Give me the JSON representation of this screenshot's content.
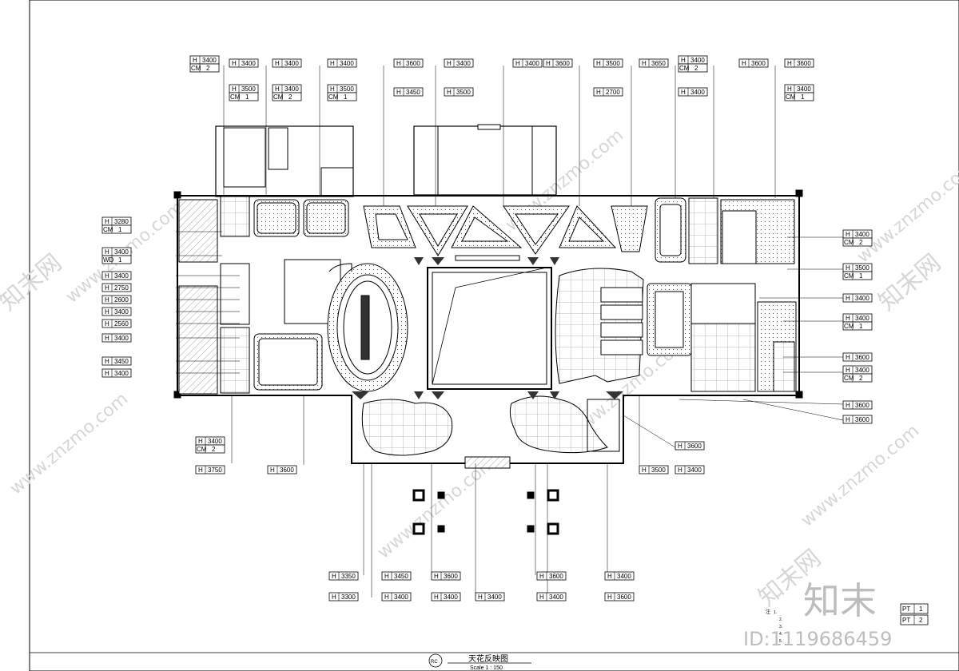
{
  "drawing": {
    "title": "天花反映图",
    "scale": "Scale 1 : 150",
    "symbol": "RC"
  },
  "watermark": {
    "site": "www.znzmo.com",
    "brand": "知末",
    "brand_stamp": "知末网",
    "id": "ID:1119686459"
  },
  "legend": {
    "notes_heading": "注",
    "notes": [
      "1.",
      "2.",
      "3.",
      "4.",
      "5."
    ],
    "boxes": [
      {
        "code": "PT",
        "num": "1"
      },
      {
        "code": "PT",
        "num": "2"
      }
    ]
  },
  "tags_top": [
    {
      "h": "H",
      "v": "3400",
      "m": "CM",
      "n": "2"
    },
    {
      "h": "H",
      "v": "3400"
    },
    {
      "h": "H",
      "v": "3400"
    },
    {
      "h": "H",
      "v": "3400"
    },
    {
      "h": "H",
      "v": "3600"
    },
    {
      "h": "H",
      "v": "3400"
    },
    {
      "h": "H",
      "v": "3400"
    },
    {
      "h": "H",
      "v": "3600"
    },
    {
      "h": "H",
      "v": "3500"
    },
    {
      "h": "H",
      "v": "3650"
    },
    {
      "h": "H",
      "v": "3400",
      "m": "CM",
      "n": "2"
    },
    {
      "h": "H",
      "v": "3600"
    },
    {
      "h": "H",
      "v": "3600"
    }
  ],
  "tags_top2": [
    {
      "h": "H",
      "v": "3500",
      "m": "CM",
      "n": "1"
    },
    {
      "h": "H",
      "v": "3400",
      "m": "CM",
      "n": "2"
    },
    {
      "h": "H",
      "v": "3500",
      "m": "CM",
      "n": "1"
    },
    {
      "h": "H",
      "v": "3450"
    },
    {
      "h": "H",
      "v": "3500"
    },
    {
      "h": "H",
      "v": "2700"
    },
    {
      "h": "H",
      "v": "3400"
    },
    {
      "h": "H",
      "v": "3400",
      "m": "CM",
      "n": "1"
    }
  ],
  "tags_left": [
    {
      "h": "H",
      "v": "3280",
      "m": "CM",
      "n": "1"
    },
    {
      "h": "H",
      "v": "3400",
      "m": "WD",
      "n": "1"
    },
    {
      "h": "H",
      "v": "3400"
    },
    {
      "h": "H",
      "v": "2750"
    },
    {
      "h": "H",
      "v": "2600"
    },
    {
      "h": "H",
      "v": "3400"
    },
    {
      "h": "H",
      "v": "2560"
    },
    {
      "h": "H",
      "v": "3400"
    },
    {
      "h": "H",
      "v": "3450"
    },
    {
      "h": "H",
      "v": "3400"
    }
  ],
  "tags_right": [
    {
      "h": "H",
      "v": "3400",
      "m": "CM",
      "n": "2"
    },
    {
      "h": "H",
      "v": "3500",
      "m": "CM",
      "n": "1"
    },
    {
      "h": "H",
      "v": "3400"
    },
    {
      "h": "H",
      "v": "3400",
      "m": "CM",
      "n": "1"
    },
    {
      "h": "H",
      "v": "3600"
    },
    {
      "h": "H",
      "v": "3400",
      "m": "CM",
      "n": "2"
    },
    {
      "h": "H",
      "v": "3600"
    },
    {
      "h": "H",
      "v": "3600"
    }
  ],
  "tags_mid": [
    {
      "h": "H",
      "v": "3400",
      "m": "CM",
      "n": "2"
    },
    {
      "h": "H",
      "v": "3750"
    },
    {
      "h": "H",
      "v": "3600"
    },
    {
      "h": "H",
      "v": "3600"
    },
    {
      "h": "H",
      "v": "3500"
    },
    {
      "h": "H",
      "v": "3400"
    }
  ],
  "tags_bottom": [
    {
      "h": "H",
      "v": "3350"
    },
    {
      "h": "H",
      "v": "3450"
    },
    {
      "h": "H",
      "v": "3600"
    },
    {
      "h": "H",
      "v": "3600"
    },
    {
      "h": "H",
      "v": "3400"
    },
    {
      "h": "H",
      "v": "3300"
    },
    {
      "h": "H",
      "v": "3400"
    },
    {
      "h": "H",
      "v": "3400"
    },
    {
      "h": "H",
      "v": "3400"
    },
    {
      "h": "H",
      "v": "3400"
    },
    {
      "h": "H",
      "v": "3600"
    }
  ]
}
